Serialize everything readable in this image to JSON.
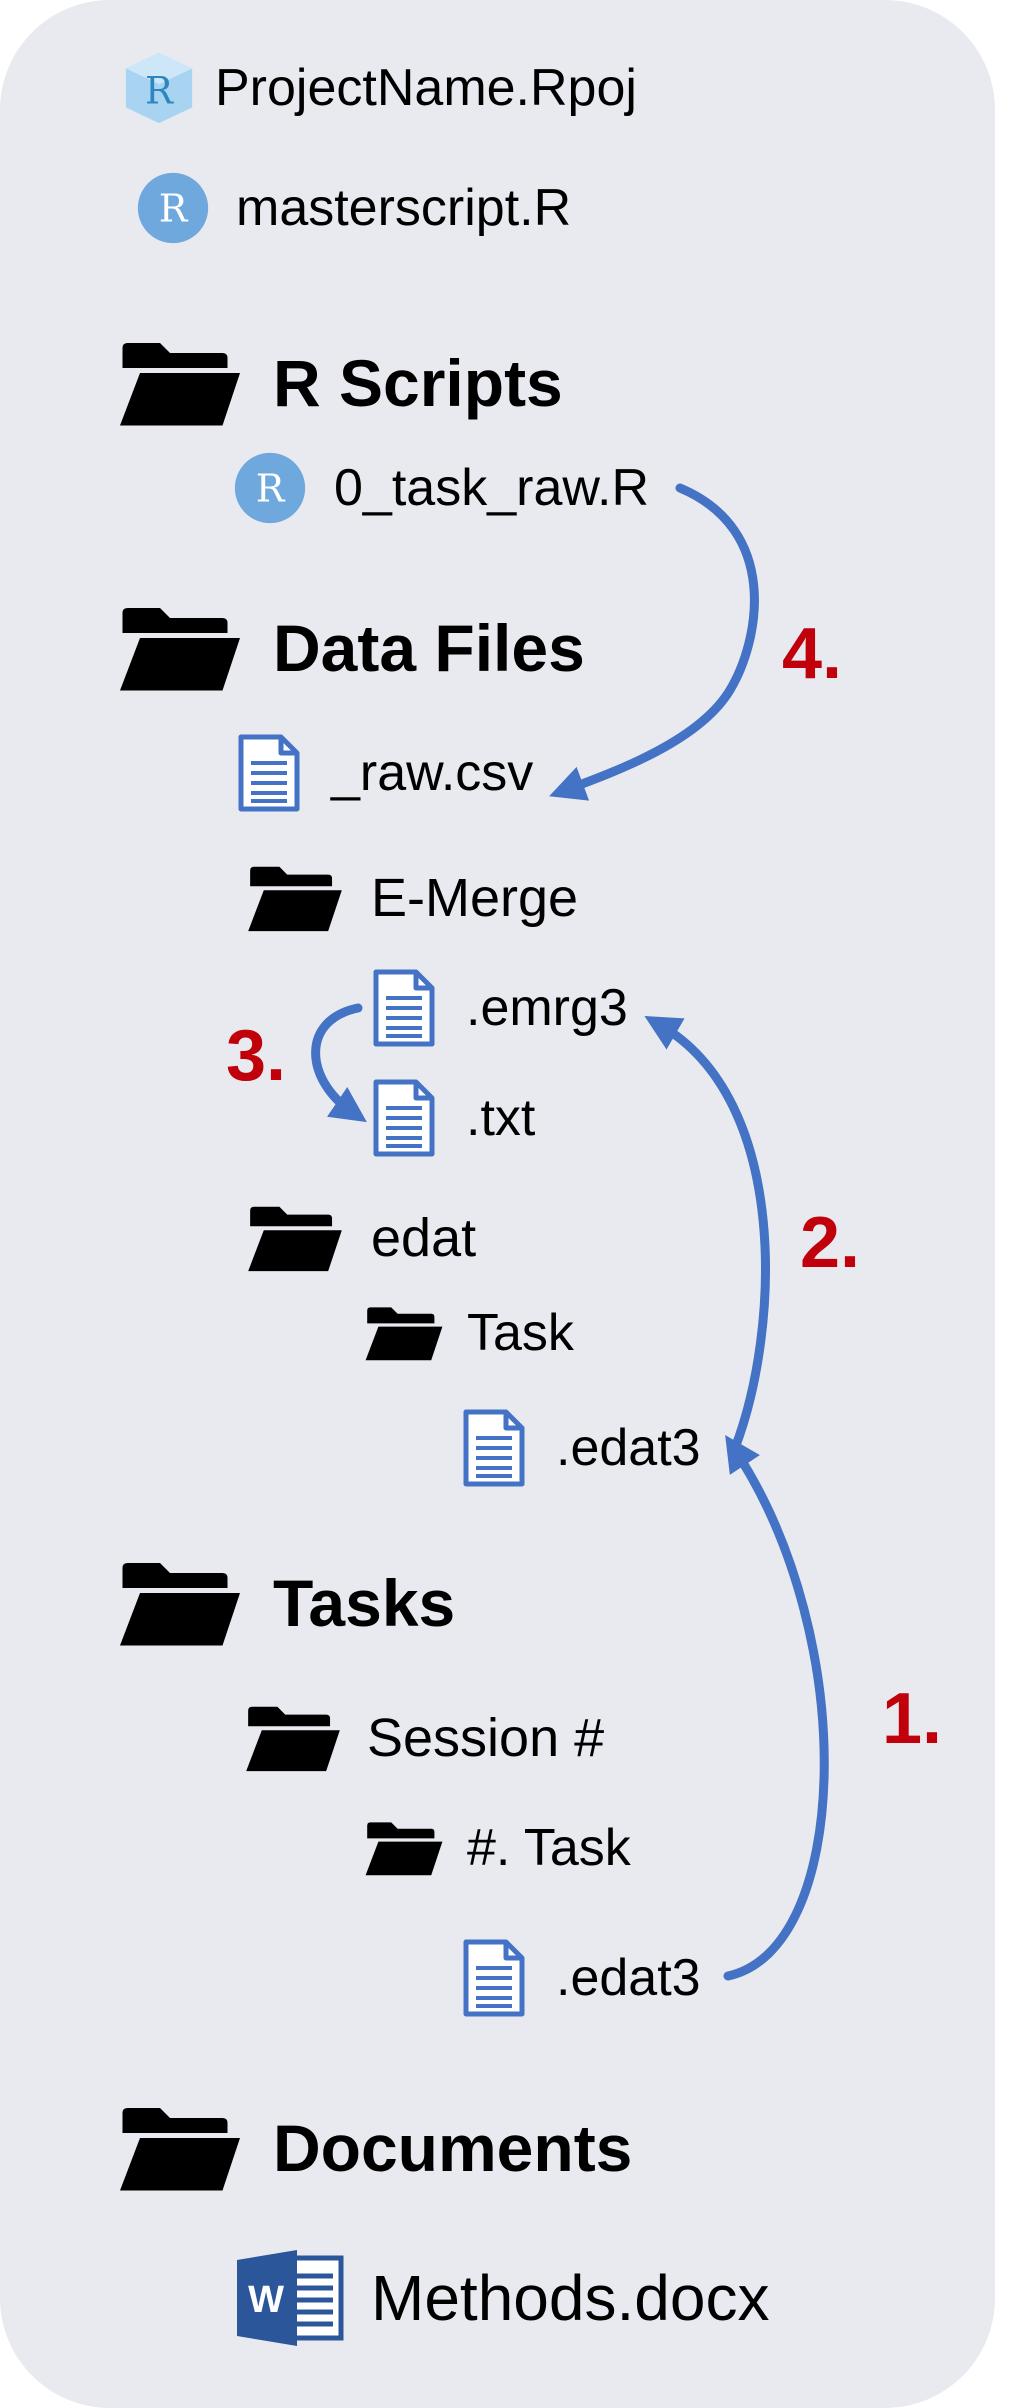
{
  "project": {
    "rproj": "ProjectName.Rpoj",
    "master": "masterscript.R"
  },
  "r_scripts": {
    "title": "R Scripts",
    "file": "0_task_raw.R"
  },
  "data_files": {
    "title": "Data Files",
    "raw_csv": "_raw.csv",
    "emerge": {
      "title": "E-Merge",
      "emrg": ".emrg3",
      "txt": ".txt"
    },
    "edat": {
      "title": "edat",
      "task": "Task",
      "file": ".edat3"
    }
  },
  "tasks": {
    "title": "Tasks",
    "session": "Session #",
    "task": "#. Task",
    "file": ".edat3"
  },
  "documents": {
    "title": "Documents",
    "file": "Methods.docx"
  },
  "steps": {
    "s1": "1.",
    "s2": "2.",
    "s3": "3.",
    "s4": "4."
  },
  "colors": {
    "panel": "#E8EAF0",
    "arrow": "#4472C4",
    "step": "#C0000B",
    "folder": "#000000",
    "r_icon": "#6FA8DC",
    "doc_icon": "#4472C4",
    "word": "#2B579A"
  }
}
